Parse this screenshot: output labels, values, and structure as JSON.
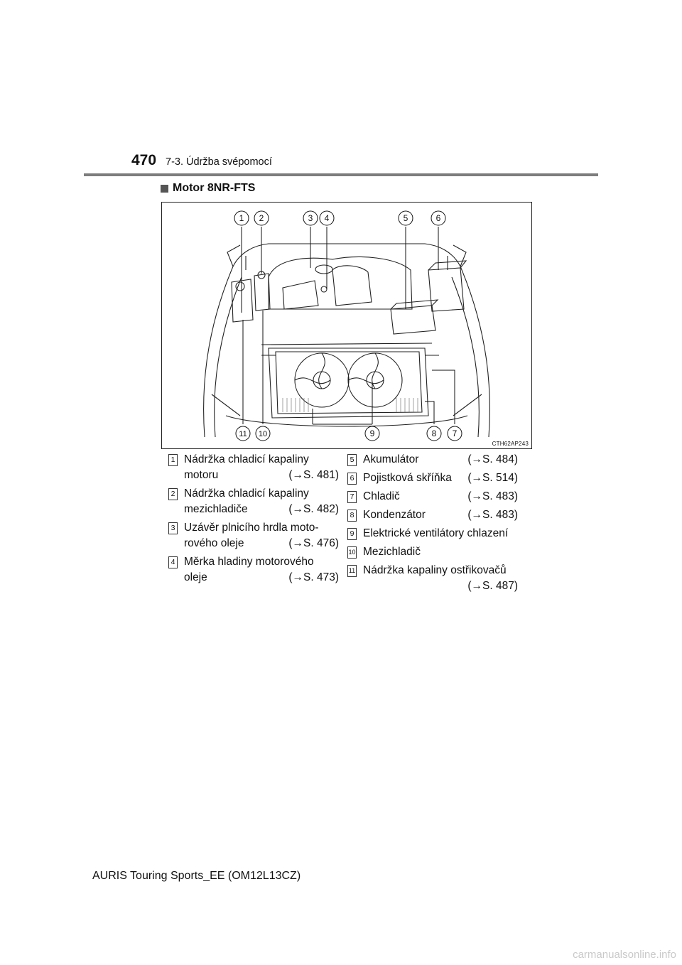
{
  "header": {
    "page_number": "470",
    "section": "7-3. Údržba svépomocí"
  },
  "heading": "Motor 8NR-FTS",
  "figure": {
    "code": "CTH62AP243",
    "callouts_top": [
      "1",
      "2",
      "3",
      "4",
      "5",
      "6"
    ],
    "callouts_bottom": [
      "11",
      "10",
      "9",
      "8",
      "7"
    ]
  },
  "legend_left": [
    {
      "num": "1",
      "line1": "Nádržka chladicí kapaliny",
      "line2": "motoru",
      "ref": "(→S. 481)"
    },
    {
      "num": "2",
      "line1": "Nádržka chladicí kapaliny",
      "line2": "mezichladiče",
      "ref": "(→S. 482)"
    },
    {
      "num": "3",
      "line1": "Uzávěr plnicího hrdla moto-",
      "line2": "rového oleje",
      "ref": "(→S. 476)"
    },
    {
      "num": "4",
      "line1": "Měrka hladiny motorového",
      "line2": "oleje",
      "ref": "(→S. 473)"
    }
  ],
  "legend_right": [
    {
      "num": "5",
      "text": "Akumulátor",
      "ref": "(→S. 484)"
    },
    {
      "num": "6",
      "text": "Pojistková skříňka",
      "ref": "(→S. 514)"
    },
    {
      "num": "7",
      "text": "Chladič",
      "ref": "(→S. 483)"
    },
    {
      "num": "8",
      "text": "Kondenzátor",
      "ref": "(→S. 483)"
    },
    {
      "num": "9",
      "text": "Elektrické ventilátory chlazení",
      "ref": ""
    },
    {
      "num": "10",
      "text": "Mezichladič",
      "ref": ""
    },
    {
      "num": "11",
      "text": "Nádržka kapaliny ostřikovačů",
      "ref": "(→S. 487)"
    }
  ],
  "footer": "AURIS Touring Sports_EE (OM12L13CZ)",
  "watermark": "carmanualsonline.info"
}
